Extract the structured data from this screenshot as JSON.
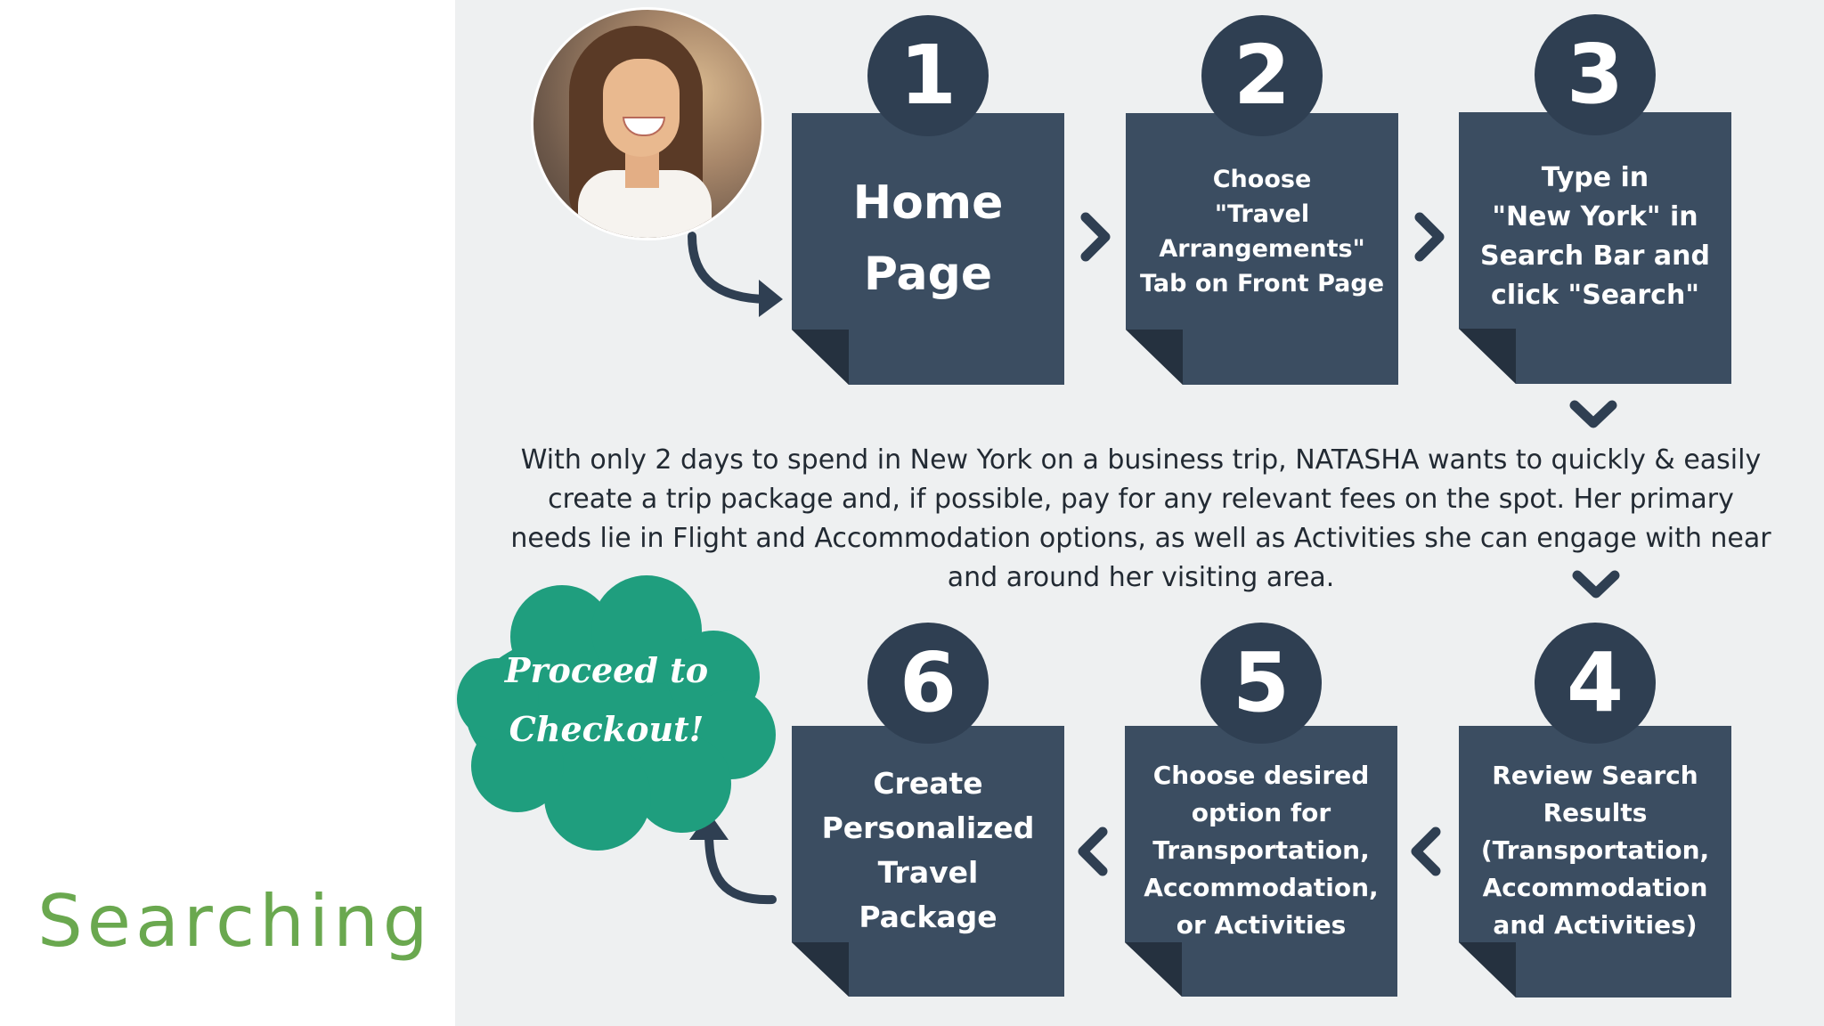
{
  "slide": {
    "title": "Searching"
  },
  "steps": [
    {
      "number": "1",
      "text": "Home\nPage"
    },
    {
      "number": "2",
      "text": "Choose\n\"Travel\nArrangements\"\nTab on Front Page"
    },
    {
      "number": "3",
      "text": "Type in\n\"New York\" in\nSearch Bar and\nclick \"Search\""
    },
    {
      "number": "4",
      "text": "Review Search\nResults\n(Transportation,\nAccommodation\nand Activities)"
    },
    {
      "number": "5",
      "text": "Choose desired\noption for\nTransportation,\nAccommodation,\nor Activities"
    },
    {
      "number": "6",
      "text": "Create\nPersonalized\nTravel\nPackage"
    }
  ],
  "scenario": {
    "text": "With only 2 days to spend in New York on a business trip, NATASHA wants to quickly & easily create a trip package and, if possible, pay for any relevant fees on the spot. Her primary needs lie in Flight and Accommodation options, as well as Activities she can engage with near and around her visiting area."
  },
  "checkout": {
    "text": "Proceed to\nCheckout!"
  },
  "colors": {
    "box": "#3b4d61",
    "box_fold": "#25313f",
    "circle": "#2f3f52",
    "cloud": "#1f9e7e",
    "title": "#6aa84f",
    "panel": "#eef0f1"
  }
}
